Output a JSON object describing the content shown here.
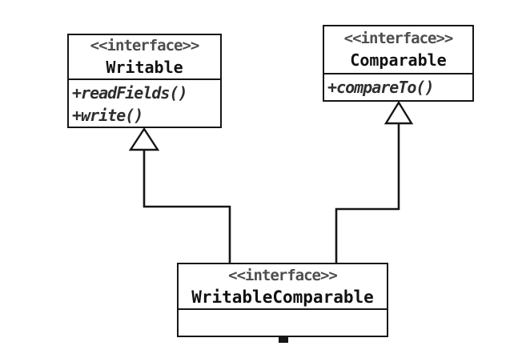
{
  "diagram": {
    "kind": "uml-class-diagram",
    "classes": [
      {
        "id": "writable",
        "stereotype": "<<interface>>",
        "name": "Writable",
        "members": [
          "+readFields()",
          "+write()"
        ]
      },
      {
        "id": "comparable",
        "stereotype": "<<interface>>",
        "name": "Comparable",
        "members": [
          "+compareTo()"
        ]
      },
      {
        "id": "writable-comparable",
        "stereotype": "<<interface>>",
        "name": "WritableComparable",
        "members": []
      }
    ],
    "relations": [
      {
        "type": "generalization",
        "from": "WritableComparable",
        "to": "Writable"
      },
      {
        "type": "generalization",
        "from": "WritableComparable",
        "to": "Comparable"
      }
    ],
    "colors": {
      "line": "#161616",
      "background": "#ffffff",
      "class_name_text": "#111111",
      "stereotype_text": "#4d4d4d",
      "member_text": "#2e2e2e"
    }
  }
}
